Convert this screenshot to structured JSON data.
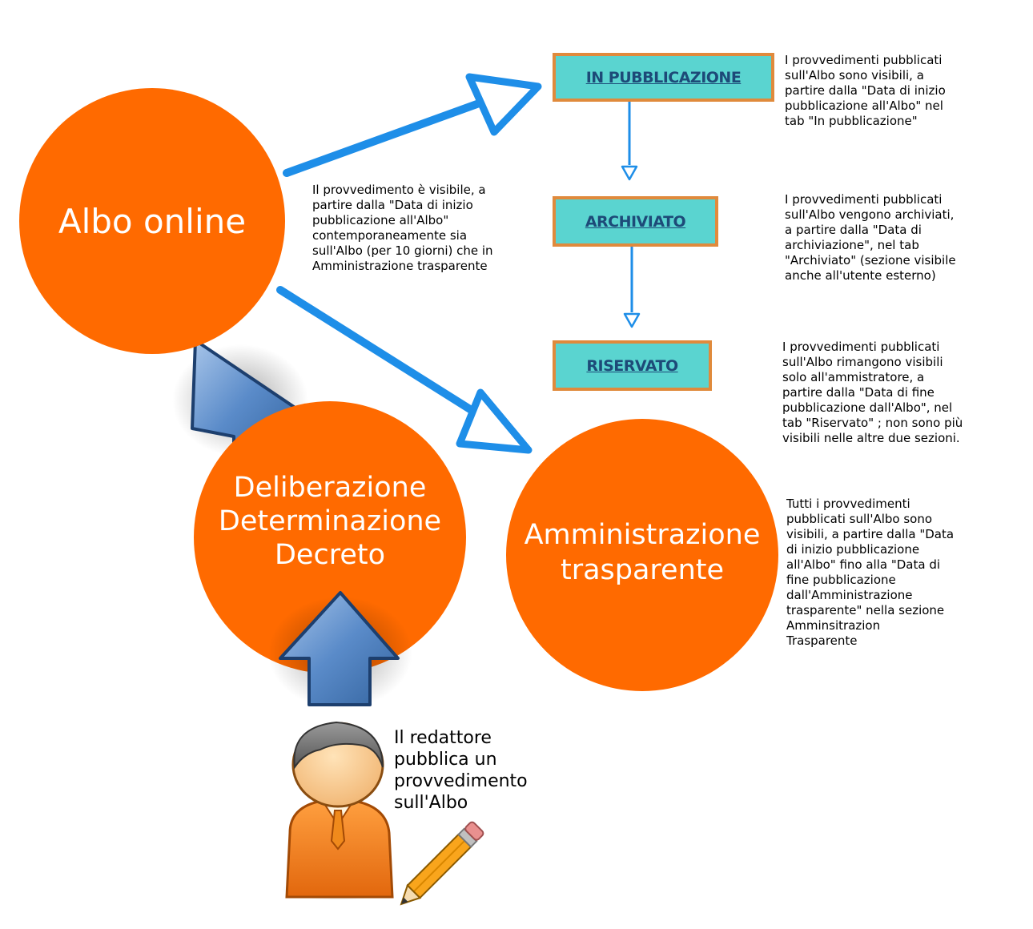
{
  "nodes": {
    "albo_online": {
      "label": "Albo online"
    },
    "atti": {
      "lines": [
        "Deliberazione",
        "Determinazione",
        "Decreto"
      ]
    },
    "amministrazione": {
      "lines": [
        "Amministrazione",
        "trasparente"
      ]
    }
  },
  "tabs": {
    "in_pubblicazione": "IN PUBBLICAZIONE",
    "archiviato": "ARCHIVIATO",
    "riservato": "RISERVATO"
  },
  "notes": {
    "albo_visibility": "Il provvedimento è visibile, a\npartire dalla \"Data di inizio\npubblicazione all'Albo\"\ncontemporaneamente sia\nsull'Albo (per 10 giorni) che in\nAmministrazione trasparente",
    "in_pubblicazione": "I provvedimenti pubblicati\nsull'Albo sono visibili, a\npartire dalla \"Data di inizio\npubblicazione all'Albo\" nel\ntab \"In pubblicazione\"",
    "archiviato": "I provvedimenti pubblicati\nsull'Albo vengono archiviati,\na partire dalla \"Data di\narchiviazione\", nel tab\n\"Archiviato\" (sezione visibile\nanche all'utente esterno)",
    "riservato": "I provvedimenti pubblicati\nsull'Albo rimangono visibili\nsolo all'ammistratore, a\npartire dalla \"Data di fine\npubblicazione dall'Albo\", nel\ntab \"Riservato\" ; non sono più\nvisibili nelle altre due sezioni.",
    "amministrazione": "Tutti i provvedimenti\npubblicati sull'Albo sono\nvisibili, a partire dalla \"Data\ndi inizio pubblicazione\nall'Albo\" fino alla \"Data di\nfine pubblicazione\ndall'Amministrazione\ntrasparente\" nella sezione\nAmminsitrazion\nTrasparente"
  },
  "redattore": "Il redattore\npubblica un\nprovvedimento\nsull'Albo",
  "colors": {
    "circle": "#ff6a00",
    "arrow_blue": "#1e8ee8",
    "box_fill": "#5ad4d0",
    "box_border": "#e08a3c",
    "big_arrow": "#4d7fc0"
  },
  "icons": {
    "person": "user-icon",
    "pencil": "pencil-icon"
  }
}
